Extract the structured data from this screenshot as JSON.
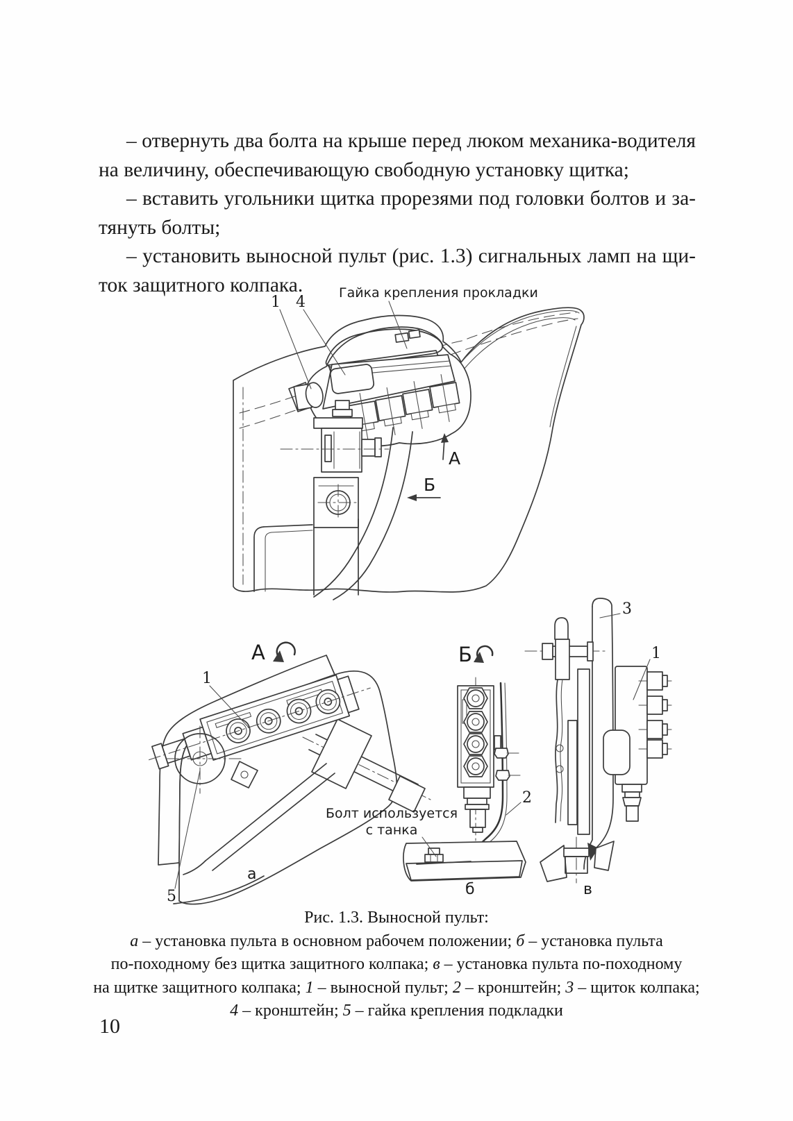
{
  "page": {
    "number": "10"
  },
  "body_text": {
    "lines": [
      {
        "text": "– отвернуть два болта на крыше перед люком механика-водителя",
        "indent": true,
        "fill": true
      },
      {
        "text": "на величину, обеспечивающую свободную установку щитка;",
        "indent": false,
        "fill": false
      },
      {
        "text": "– вставить угольники щитка прорезями под головки болтов и за-",
        "indent": true,
        "fill": true
      },
      {
        "text": "тянуть болты;",
        "indent": false,
        "fill": false
      },
      {
        "text": "– установить выносной пульт (рис. 1.3) сигнальных ламп на щи-",
        "indent": true,
        "fill": true
      },
      {
        "text": "ток защитного колпака.",
        "indent": false,
        "fill": false
      }
    ]
  },
  "figure": {
    "top_view": {
      "gasket_label": "Гайка крепления прокладки",
      "callout_1": "1",
      "callout_4": "4",
      "dir_arrow_a": "А",
      "dir_arrow_b": "Б"
    },
    "view_a": {
      "view_letter": "А",
      "callout_1": "1",
      "callout_5": "5",
      "sub_letter": "а"
    },
    "view_b": {
      "view_letter": "Б",
      "callout_2": "2",
      "bolt_note_line1": "Болт используется",
      "bolt_note_line2": "с танка",
      "sub_letter": "б"
    },
    "view_v": {
      "callout_3": "3",
      "callout_1": "1",
      "sub_letter": "в"
    }
  },
  "caption": {
    "title": "Рис. 1.3. Выносной пульт:",
    "lines": [
      [
        {
          "t": "а",
          "i": true
        },
        {
          "t": " – установка пульта в основном рабочем положении; ",
          "i": false
        },
        {
          "t": "б",
          "i": true
        },
        {
          "t": " – установка пульта",
          "i": false
        }
      ],
      [
        {
          "t": "по-походному без щитка защитного колпака; ",
          "i": false
        },
        {
          "t": "в",
          "i": true
        },
        {
          "t": " – установка пульта по-походному",
          "i": false
        }
      ],
      [
        {
          "t": "на щитке защитного колпака; ",
          "i": false
        },
        {
          "t": "1",
          "i": true
        },
        {
          "t": " – выносной пульт; ",
          "i": false
        },
        {
          "t": "2",
          "i": true
        },
        {
          "t": " – кронштейн; ",
          "i": false
        },
        {
          "t": "3",
          "i": true
        },
        {
          "t": " – щиток колпака;",
          "i": false
        }
      ],
      [
        {
          "t": "4",
          "i": true
        },
        {
          "t": " – кронштейн; ",
          "i": false
        },
        {
          "t": "5",
          "i": true
        },
        {
          "t": " – гайка крепления подкладки",
          "i": false
        }
      ]
    ]
  },
  "colors": {
    "ink": "#1a1a1a",
    "line": "#3b3b3b",
    "paper": "#fefefe"
  }
}
